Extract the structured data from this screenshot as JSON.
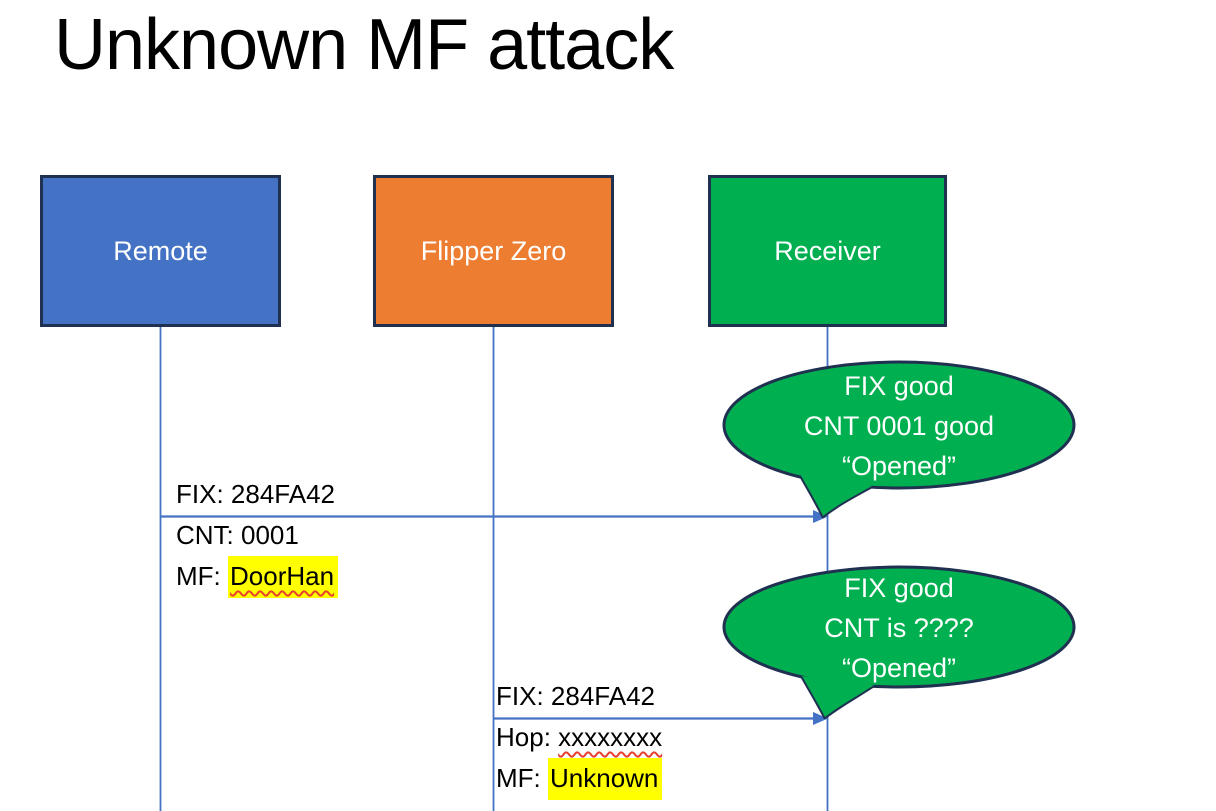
{
  "title": "Unknown MF attack",
  "actors": [
    {
      "id": "remote",
      "label": "Remote",
      "fill": "#4472C4"
    },
    {
      "id": "flipper-zero",
      "label": "Flipper Zero",
      "fill": "#ED7D31"
    },
    {
      "id": "receiver",
      "label": "Receiver",
      "fill": "#00B050"
    }
  ],
  "messages": [
    {
      "from": "Remote",
      "to": "Receiver",
      "line1": "FIX: 284FA42",
      "line2": "CNT: 0001",
      "line3_prefix": "MF: ",
      "line3_value": "DoorHan"
    },
    {
      "from": "Flipper Zero",
      "to": "Receiver",
      "line1": "FIX: 284FA42",
      "line2_prefix": "Hop: ",
      "line2_value": "xxxxxxxx",
      "line3_prefix": "MF: ",
      "line3_value": "Unknown"
    }
  ],
  "callouts": [
    {
      "line1": "FIX good",
      "line2": "CNT 0001 good",
      "line3": "“Opened”"
    },
    {
      "line1": "FIX good",
      "line2": "CNT is ????",
      "line3": "“Opened”"
    }
  ],
  "colors": {
    "remote_fill": "#4472C4",
    "flipper_fill": "#ED7D31",
    "receiver_fill": "#00B050",
    "callout_fill": "#00B050",
    "shape_outline": "#1F3050",
    "connector_blue": "#4472C4",
    "highlight_yellow": "#FFFF00",
    "squiggle_red": "#E8402F",
    "title_color": "#000000",
    "shape_text_color": "#FFFFFF"
  }
}
